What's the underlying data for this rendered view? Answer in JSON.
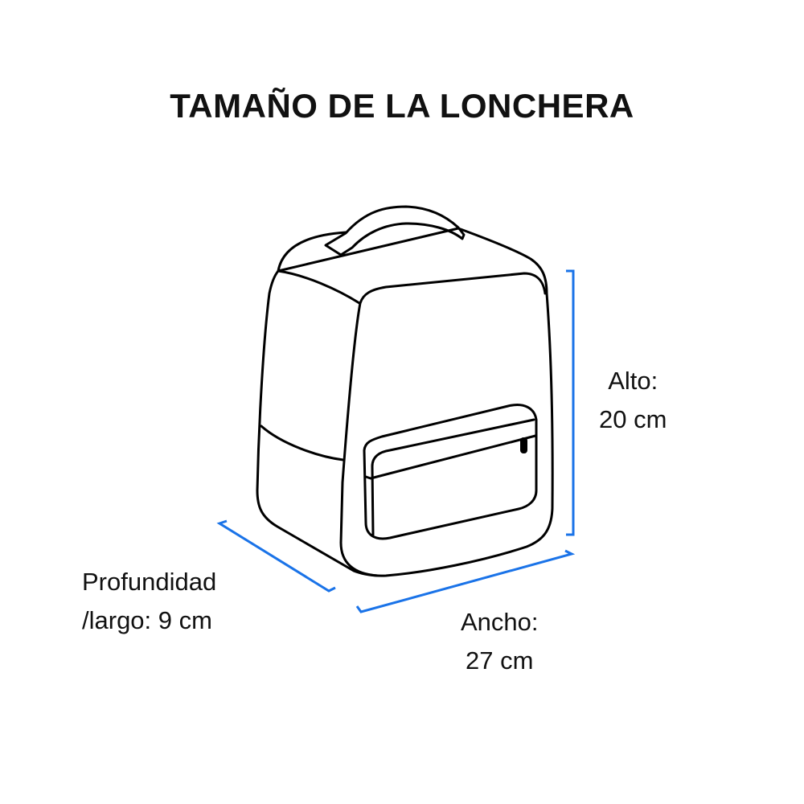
{
  "title": "TAMAÑO DE LA LONCHERA",
  "dimensions": {
    "height": {
      "line1": "Alto:",
      "line2": "20 cm"
    },
    "depth": {
      "line1": "Profundidad",
      "line2": "/largo: 9 cm"
    },
    "width": {
      "line1": "Ancho:",
      "line2": "27 cm"
    }
  },
  "colors": {
    "accent": "#1a73e8",
    "outline": "#000000"
  }
}
